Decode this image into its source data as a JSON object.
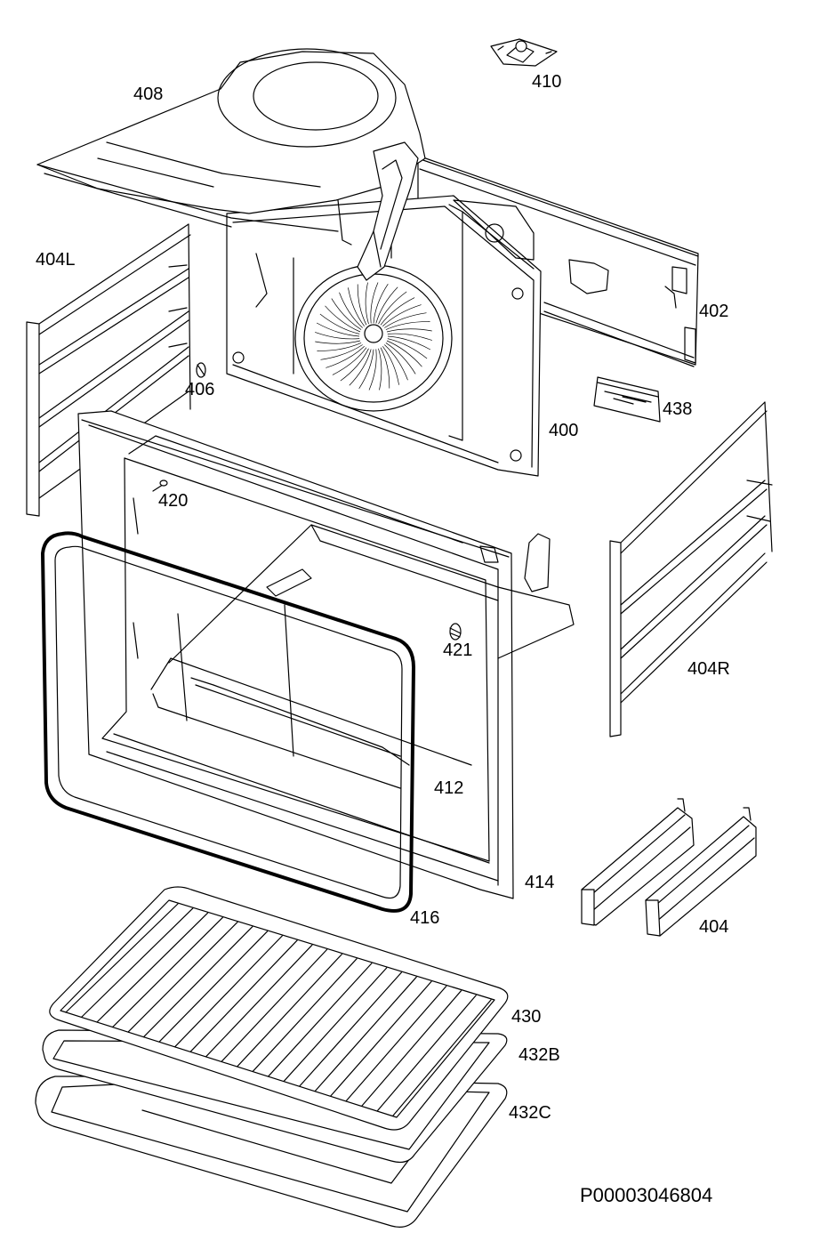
{
  "diagram": {
    "drawing_code": "P00003046804",
    "parts": [
      {
        "id": "p408",
        "label": "408"
      },
      {
        "id": "p410",
        "label": "410"
      },
      {
        "id": "p404L",
        "label": "404L"
      },
      {
        "id": "p402",
        "label": "402"
      },
      {
        "id": "p406",
        "label": "406"
      },
      {
        "id": "p438",
        "label": "438"
      },
      {
        "id": "p400",
        "label": "400"
      },
      {
        "id": "p420",
        "label": "420"
      },
      {
        "id": "p421",
        "label": "421"
      },
      {
        "id": "p404R",
        "label": "404R"
      },
      {
        "id": "p412",
        "label": "412"
      },
      {
        "id": "p414",
        "label": "414"
      },
      {
        "id": "p416",
        "label": "416"
      },
      {
        "id": "p404",
        "label": "404"
      },
      {
        "id": "p430",
        "label": "430"
      },
      {
        "id": "p432B",
        "label": "432B"
      },
      {
        "id": "p432C",
        "label": "432C"
      }
    ]
  }
}
